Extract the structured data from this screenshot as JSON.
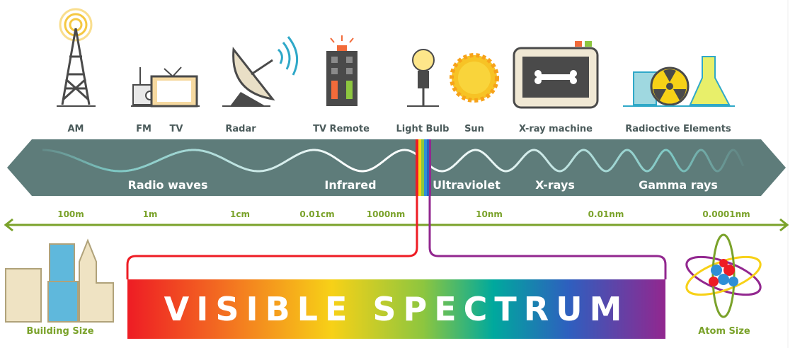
{
  "sources": [
    {
      "label": "AM",
      "icon": "radio-tower-icon"
    },
    {
      "label": "FM",
      "icon": "radio-icon"
    },
    {
      "label": "TV",
      "icon": "television-icon"
    },
    {
      "label": "Radar",
      "icon": "radar-dish-icon"
    },
    {
      "label": "TV Remote",
      "icon": "remote-control-icon"
    },
    {
      "label": "Light Bulb",
      "icon": "light-bulb-icon"
    },
    {
      "label": "Sun",
      "icon": "sun-icon"
    },
    {
      "label": "X-ray machine",
      "icon": "x-ray-machine-icon"
    },
    {
      "label": "Radioctive Elements",
      "icon": "radioactive-icon"
    }
  ],
  "bands": [
    "Radio waves",
    "Infrared",
    "Ultraviolet",
    "X-rays",
    "Gamma rays"
  ],
  "wavelengths": [
    "100m",
    "1m",
    "1cm",
    "0.01cm",
    "1000nm",
    "10nm",
    "0.01nm",
    "0.0001nm"
  ],
  "visible_label": "VISIBLE SPECTRUM",
  "scale": {
    "left": "Building Size",
    "right": "Atom Size"
  },
  "colors": {
    "band": "#5e7c7a",
    "axis": "#7aa22a",
    "wave": "#ffffff"
  }
}
